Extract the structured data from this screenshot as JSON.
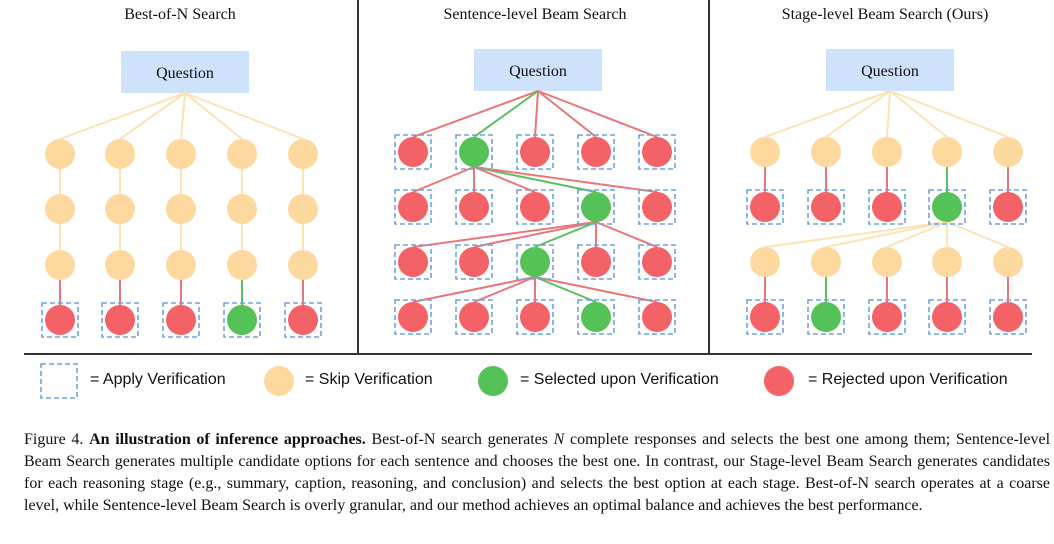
{
  "panels": [
    {
      "title": "Best-of-N Search",
      "question": "Question"
    },
    {
      "title": "Sentence-level Beam Search",
      "question": "Question"
    },
    {
      "title": "Stage-level Beam Search (Ours)",
      "question": "Question"
    }
  ],
  "legend": {
    "apply": "= Apply Verification",
    "skip": "= Skip Verification",
    "selected": "= Selected upon Verification",
    "rejected": "= Rejected upon Verification"
  },
  "colors": {
    "question_box": "#cfe2fb",
    "skip_node": "#fdd9a0",
    "selected_node": "#55c257",
    "rejected_node": "#f26266",
    "dashed_box": "#6fa3dc",
    "skip_edge": "#fbe3b5",
    "reject_edge": "#e8777a",
    "select_edge": "#5bbf5b",
    "divider": "#333333"
  },
  "caption": {
    "label": "Figure 4.",
    "bold": "An illustration of inference approaches.",
    "part1": "Best-of-N search generates",
    "var": "N",
    "part2": "complete responses and selects the best one among them; Sentence-level Beam Search generates multiple candidate options for each sentence and chooses the best one. In contrast, our Stage-level Beam Search generates candidates for each reasoning stage (e.g., summary, caption, reasoning, and conclusion) and selects the best option at each stage. Best-of-N search operates at a coarse level, while Sentence-level Beam Search is overly granular, and our method achieves an optimal balance and achieves the best performance."
  }
}
